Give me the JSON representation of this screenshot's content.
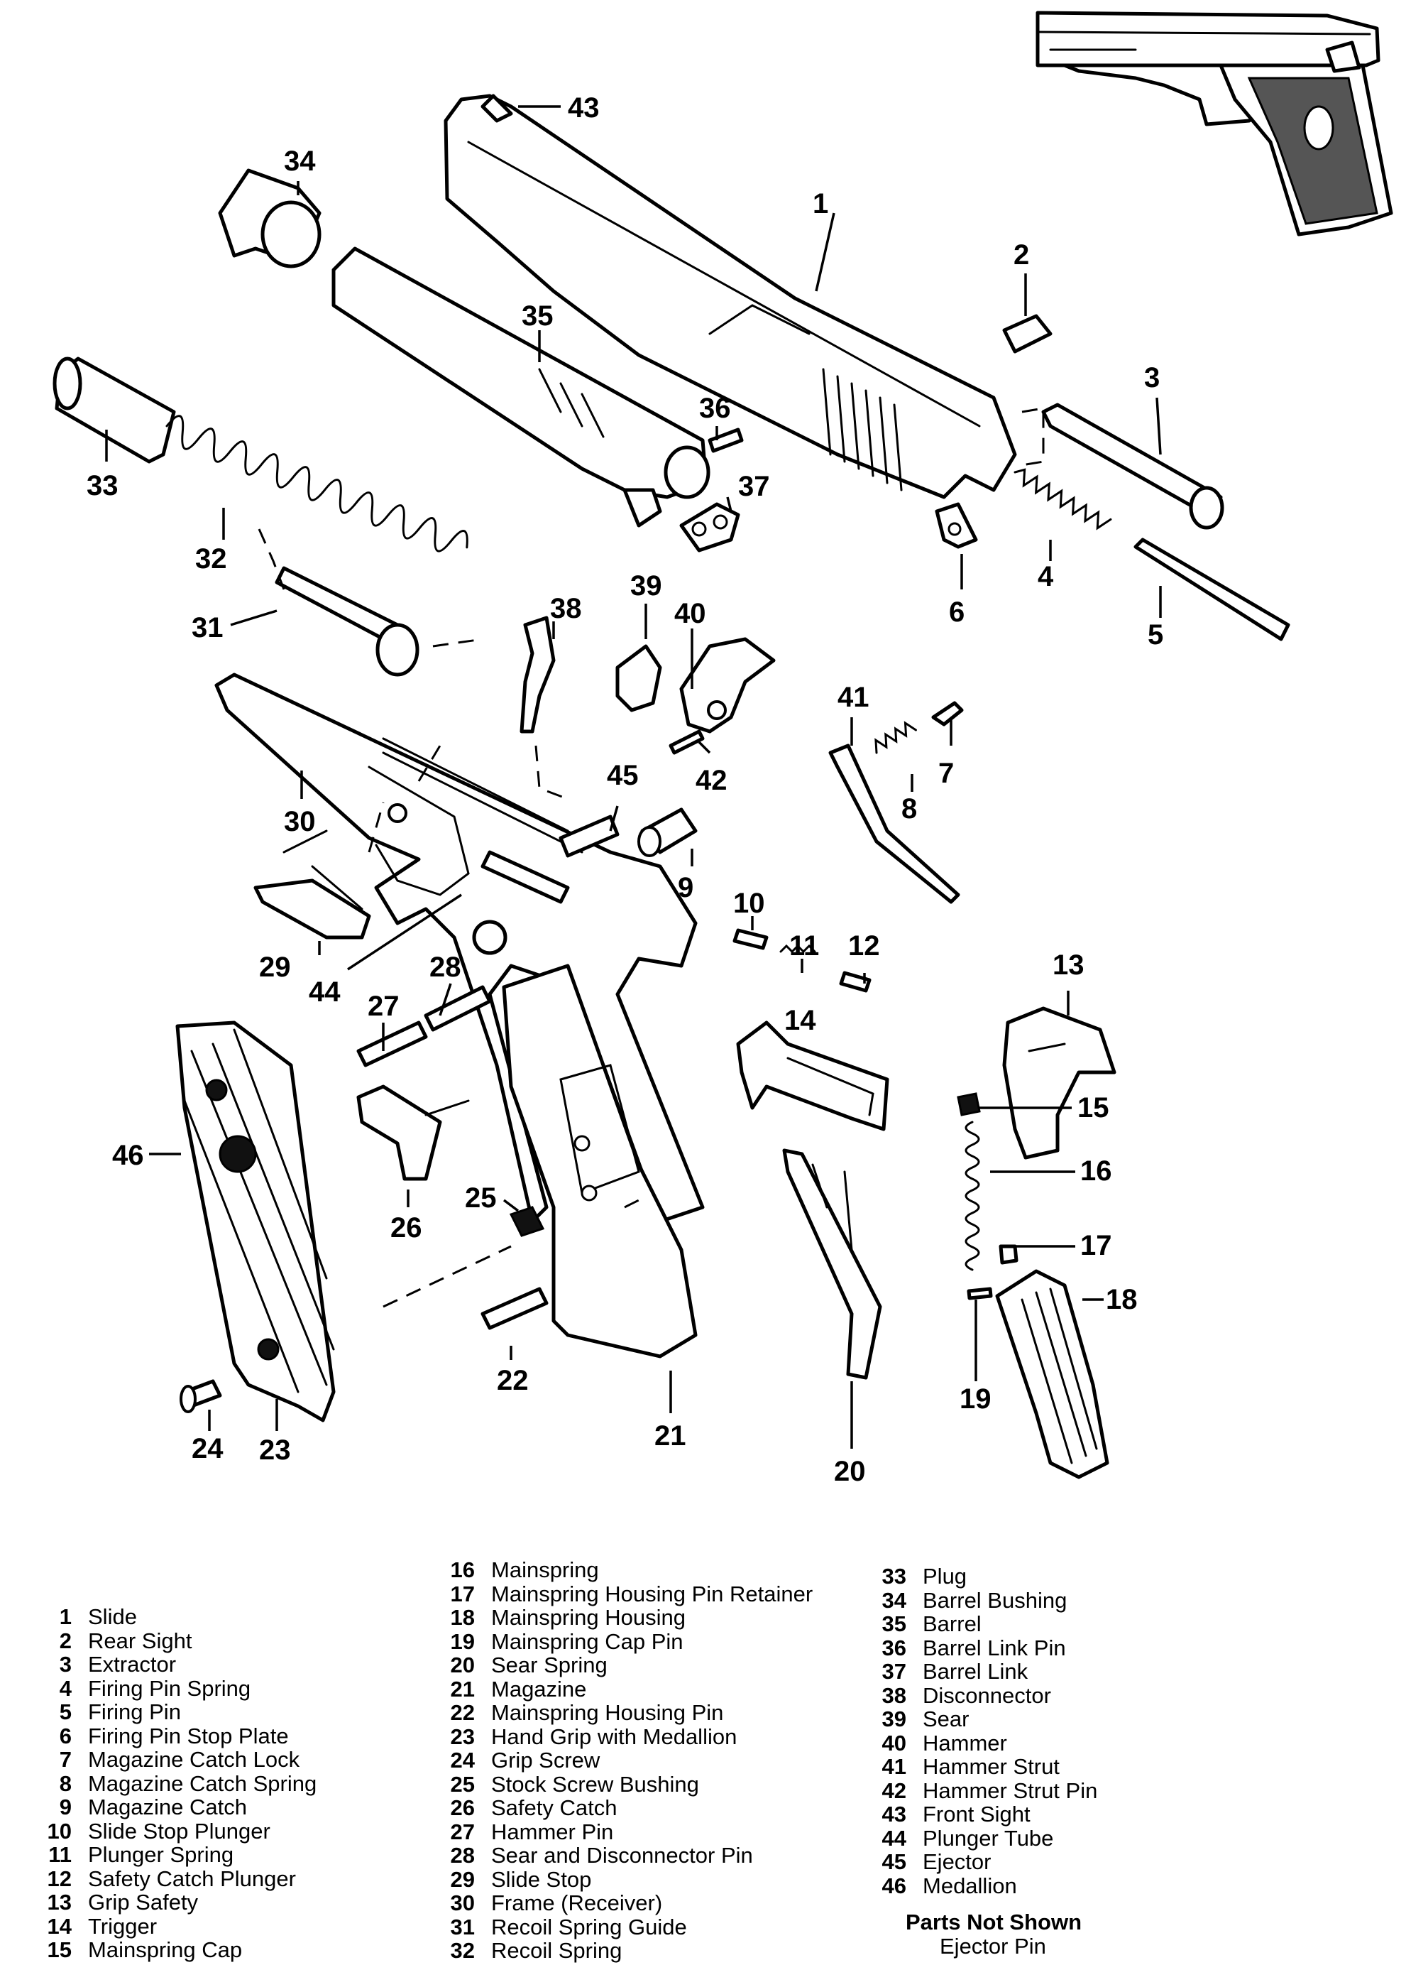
{
  "callouts": [
    "1",
    "2",
    "3",
    "4",
    "5",
    "6",
    "7",
    "8",
    "9",
    "10",
    "11",
    "12",
    "13",
    "14",
    "15",
    "16",
    "17",
    "18",
    "19",
    "20",
    "21",
    "22",
    "23",
    "24",
    "25",
    "26",
    "27",
    "28",
    "29",
    "30",
    "31",
    "32",
    "33",
    "34",
    "35",
    "36",
    "37",
    "38",
    "39",
    "40",
    "41",
    "42",
    "43",
    "44",
    "45",
    "46"
  ],
  "legend": {
    "column1": [
      {
        "num": "1",
        "name": "Slide"
      },
      {
        "num": "2",
        "name": "Rear Sight"
      },
      {
        "num": "3",
        "name": "Extractor"
      },
      {
        "num": "4",
        "name": "Firing Pin Spring"
      },
      {
        "num": "5",
        "name": "Firing Pin"
      },
      {
        "num": "6",
        "name": "Firing Pin Stop Plate"
      },
      {
        "num": "7",
        "name": "Magazine Catch Lock"
      },
      {
        "num": "8",
        "name": "Magazine Catch Spring"
      },
      {
        "num": "9",
        "name": "Magazine Catch"
      },
      {
        "num": "10",
        "name": "Slide Stop Plunger"
      },
      {
        "num": "11",
        "name": "Plunger Spring"
      },
      {
        "num": "12",
        "name": "Safety Catch Plunger"
      },
      {
        "num": "13",
        "name": "Grip Safety"
      },
      {
        "num": "14",
        "name": "Trigger"
      },
      {
        "num": "15",
        "name": "Mainspring Cap"
      }
    ],
    "column2": [
      {
        "num": "16",
        "name": "Mainspring"
      },
      {
        "num": "17",
        "name": "Mainspring Housing Pin Retainer"
      },
      {
        "num": "18",
        "name": "Mainspring Housing"
      },
      {
        "num": "19",
        "name": "Mainspring Cap Pin"
      },
      {
        "num": "20",
        "name": "Sear Spring"
      },
      {
        "num": "21",
        "name": "Magazine"
      },
      {
        "num": "22",
        "name": "Mainspring Housing Pin"
      },
      {
        "num": "23",
        "name": "Hand Grip with Medallion"
      },
      {
        "num": "24",
        "name": "Grip Screw"
      },
      {
        "num": "25",
        "name": "Stock Screw Bushing"
      },
      {
        "num": "26",
        "name": "Safety Catch"
      },
      {
        "num": "27",
        "name": "Hammer Pin"
      },
      {
        "num": "28",
        "name": "Sear and Disconnector Pin"
      },
      {
        "num": "29",
        "name": "Slide Stop"
      },
      {
        "num": "30",
        "name": "Frame (Receiver)"
      },
      {
        "num": "31",
        "name": "Recoil Spring Guide"
      },
      {
        "num": "32",
        "name": "Recoil Spring"
      }
    ],
    "column3": [
      {
        "num": "33",
        "name": "Plug"
      },
      {
        "num": "34",
        "name": "Barrel Bushing"
      },
      {
        "num": "35",
        "name": "Barrel"
      },
      {
        "num": "36",
        "name": "Barrel Link Pin"
      },
      {
        "num": "37",
        "name": "Barrel Link"
      },
      {
        "num": "38",
        "name": "Disconnector"
      },
      {
        "num": "39",
        "name": "Sear"
      },
      {
        "num": "40",
        "name": "Hammer"
      },
      {
        "num": "41",
        "name": "Hammer Strut"
      },
      {
        "num": "42",
        "name": "Hammer Strut Pin"
      },
      {
        "num": "43",
        "name": "Front Sight"
      },
      {
        "num": "44",
        "name": "Plunger Tube"
      },
      {
        "num": "45",
        "name": "Ejector"
      },
      {
        "num": "46",
        "name": "Medallion"
      }
    ],
    "not_shown_title": "Parts Not Shown",
    "not_shown": [
      "Ejector Pin"
    ]
  }
}
